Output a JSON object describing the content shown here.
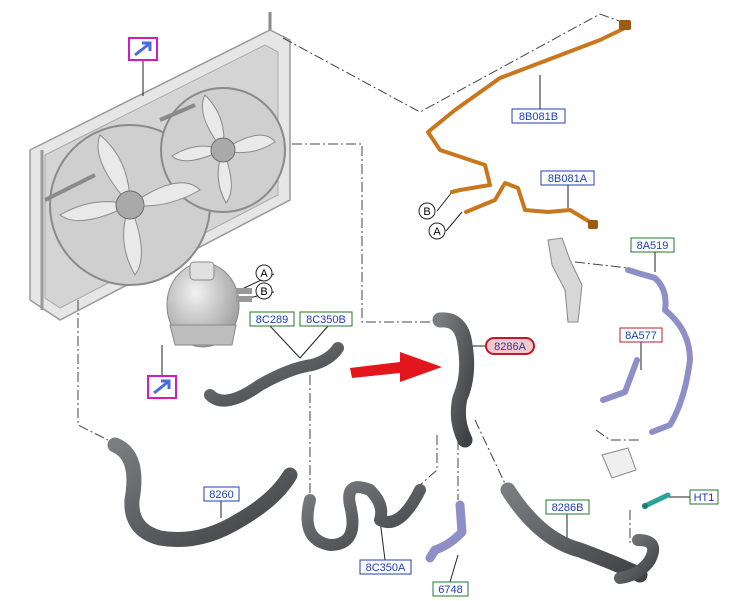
{
  "labels": {
    "8B081B": "8B081B",
    "8B081A": "8B081A",
    "8A519": "8A519",
    "8A577": "8A577",
    "8C289": "8C289",
    "8C350B": "8C350B",
    "8286A": "8286A",
    "8260": "8260",
    "8C350A": "8C350A",
    "6748": "6748",
    "8286B": "8286B",
    "HT1": "HT1"
  },
  "callouts": {
    "A": "A",
    "B": "B"
  },
  "colors": {
    "blue_label": "#1f3fb4",
    "green_label": "#1f7a2a",
    "red_label": "#c2182b",
    "highlight_fill": "#f4c8cc",
    "hose_gray": "#5b5d60",
    "orange_pipe": "#c8771d",
    "purple_hose": "#8f8fc8",
    "magenta_icon": "#d21bbf",
    "arrow_red": "#e3161d",
    "teal_sensor": "#2aa39a"
  },
  "icons": [
    "external-link-icon",
    "external-link-icon"
  ]
}
